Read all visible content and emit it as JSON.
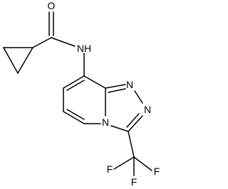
{
  "molecule": {
    "atoms": {
      "carbonyl_o": "O",
      "amide_nh": "NH",
      "triazole_n1": "N",
      "triazole_n2": "N",
      "bridge_n": "N",
      "fluorine_top": "F",
      "fluorine_left": "F",
      "fluorine_right": "F"
    }
  }
}
